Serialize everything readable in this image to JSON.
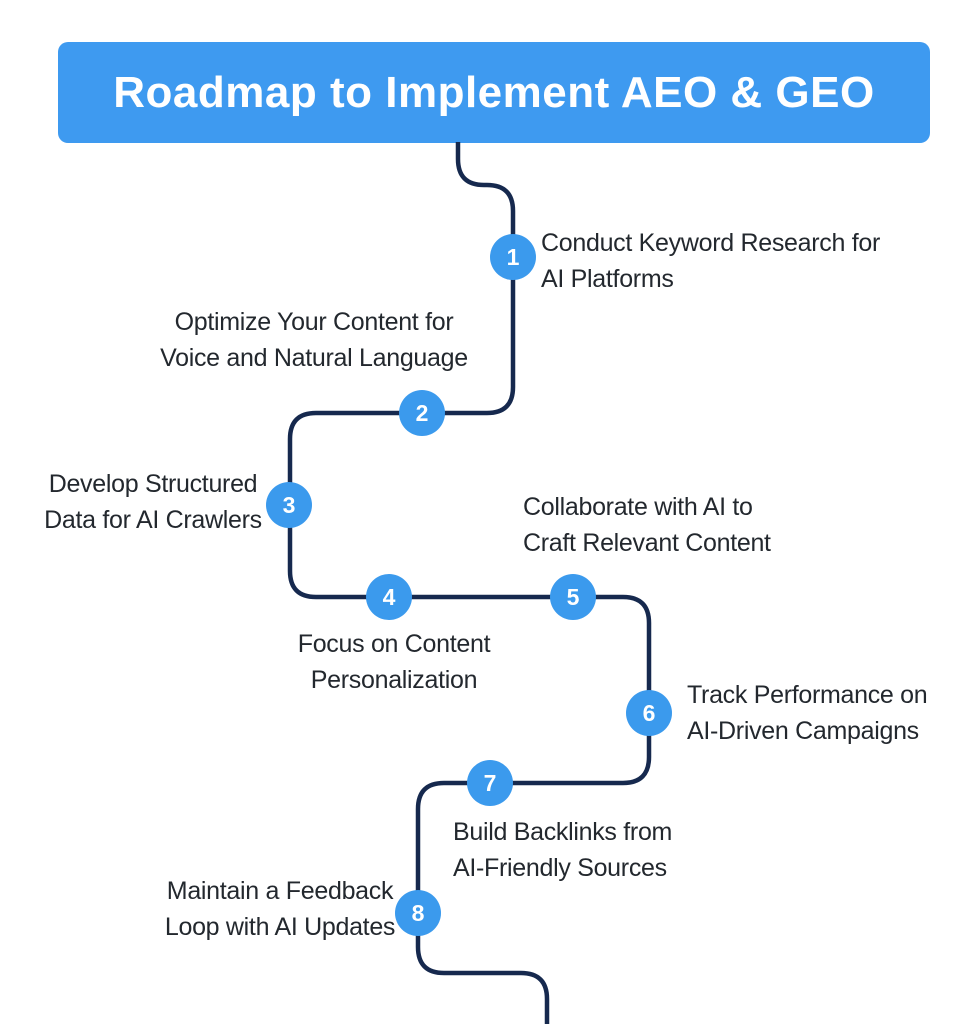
{
  "title": "Roadmap to Implement AEO & GEO",
  "colors": {
    "banner_blue": "#3e9af0",
    "circle_blue": "#3b9aed",
    "path_navy": "#16294e",
    "text_dark": "#23282e"
  },
  "steps": [
    {
      "number": "1",
      "line1": "Conduct Keyword Research for",
      "line2": "AI Platforms"
    },
    {
      "number": "2",
      "line1": "Optimize Your Content for",
      "line2": "Voice and Natural Language"
    },
    {
      "number": "3",
      "line1": "Develop Structured",
      "line2": "Data for AI Crawlers"
    },
    {
      "number": "4",
      "line1": "Focus on Content",
      "line2": "Personalization"
    },
    {
      "number": "5",
      "line1": "Collaborate with AI to",
      "line2": "Craft Relevant Content"
    },
    {
      "number": "6",
      "line1": "Track Performance on",
      "line2": "AI-Driven Campaigns"
    },
    {
      "number": "7",
      "line1": "Build Backlinks from",
      "line2": "AI-Friendly Sources"
    },
    {
      "number": "8",
      "line1": "Maintain a Feedback",
      "line2": "Loop with AI Updates"
    }
  ]
}
